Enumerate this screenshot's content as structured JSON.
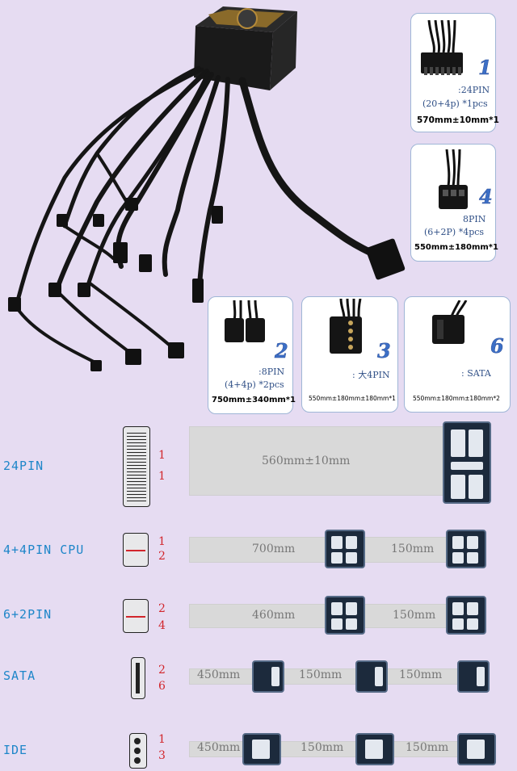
{
  "cards": [
    {
      "num": "1",
      "line1": ":24PIN",
      "line2": "(20+4p) *1pcs",
      "spec": "570mm±10mm*1"
    },
    {
      "num": "4",
      "line1": "8PIN",
      "line2": "(6+2P) *4pcs",
      "spec": "550mm±180mm*1"
    },
    {
      "num": "2",
      "line1": ":8PIN",
      "line2": "(4+4p) *2pcs",
      "spec": "750mm±340mm*1"
    },
    {
      "num": "3",
      "line1": ": 大4PIN",
      "spec": "550mm±180mm±180mm*1"
    },
    {
      "num": "6",
      "line1": ": SATA",
      "spec": "550mm±180mm±180mm*2"
    }
  ],
  "rows": [
    {
      "label": "24PIN",
      "pins": [
        "1",
        "1"
      ],
      "lengths": [
        "560mm±10mm"
      ]
    },
    {
      "label": "4+4PIN CPU",
      "pins": [
        "1",
        "2"
      ],
      "lengths": [
        "700mm",
        "150mm"
      ]
    },
    {
      "label": "6+2PIN",
      "pins": [
        "2",
        "4"
      ],
      "lengths": [
        "460mm",
        "150mm"
      ]
    },
    {
      "label": "SATA",
      "pins": [
        "2",
        "6"
      ],
      "lengths": [
        "450mm",
        "150mm",
        "150mm"
      ]
    },
    {
      "label": "IDE",
      "pins": [
        "1",
        "3"
      ],
      "lengths": [
        "450mm",
        "150mm",
        "150mm"
      ]
    }
  ],
  "colors": {
    "background": "#e6dcf2",
    "label_blue": "#1e86c9",
    "pin_red": "#d2262c",
    "card_number": "#3c6fc6"
  }
}
